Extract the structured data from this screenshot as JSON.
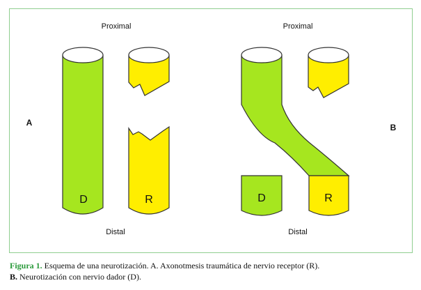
{
  "panel_a": {
    "label": "A",
    "top": "Proximal",
    "bottom": "Distal",
    "donor": "D",
    "receptor": "R"
  },
  "panel_b": {
    "label": "B",
    "top": "Proximal",
    "bottom": "Distal",
    "donor": "D",
    "receptor": "R"
  },
  "colors": {
    "green": "#a6e61f",
    "yellow": "#ffee00",
    "frame": "#8fce8f"
  },
  "caption": {
    "figure": "Figura 1.",
    "line1": " Esquema de una neurotización. A. Axonotmesis traumática de nervio receptor (R).",
    "line2_bold": "B.",
    "line2": " Neurotización con nervio dador (D)."
  }
}
